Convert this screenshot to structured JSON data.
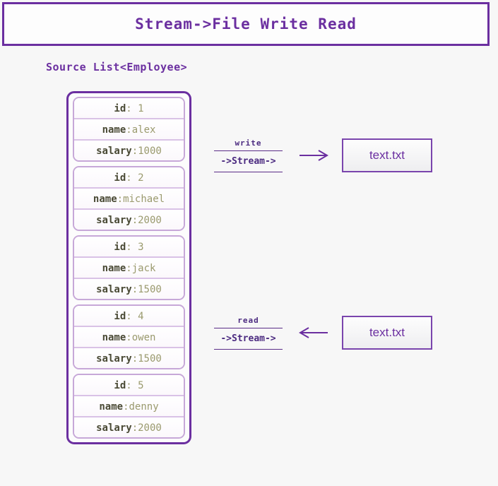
{
  "header": {
    "title": "Stream->File Write Read"
  },
  "source_section": {
    "caption": "Source List<Employee>",
    "employees": [
      {
        "id_key": "id",
        "id_value": ": 1",
        "name_key": "name",
        "name_value": ":alex",
        "salary_key": "salary",
        "salary_value": ":1000"
      },
      {
        "id_key": "id",
        "id_value": ": 2",
        "name_key": "name",
        "name_value": ":michael",
        "salary_key": "salary",
        "salary_value": ":2000"
      },
      {
        "id_key": "id",
        "id_value": ": 3",
        "name_key": "name",
        "name_value": ":jack",
        "salary_key": "salary",
        "salary_value": ":1500"
      },
      {
        "id_key": "id",
        "id_value": ": 4",
        "name_key": "name",
        "name_value": ":owen",
        "salary_key": "salary",
        "salary_value": ":1500"
      },
      {
        "id_key": "id",
        "id_value": ": 5",
        "name_key": "name",
        "name_value": ":denny",
        "salary_key": "salary",
        "salary_value": ":2000"
      }
    ]
  },
  "flows": {
    "write": {
      "operation": "write",
      "stream_text": "->Stream->",
      "arrow_icon": "arrow-right-icon",
      "file_label": "text.txt"
    },
    "read": {
      "operation": "read",
      "stream_text": "->Stream->",
      "arrow_icon": "arrow-left-icon",
      "file_label": "text.txt"
    }
  },
  "colors": {
    "accent_purple": "#6b2fa0",
    "border_light_purple": "#c7a8d8",
    "key_olive": "#4a4a35",
    "value_olive": "#9a9a6d",
    "page_background": "#f7f7f7"
  }
}
